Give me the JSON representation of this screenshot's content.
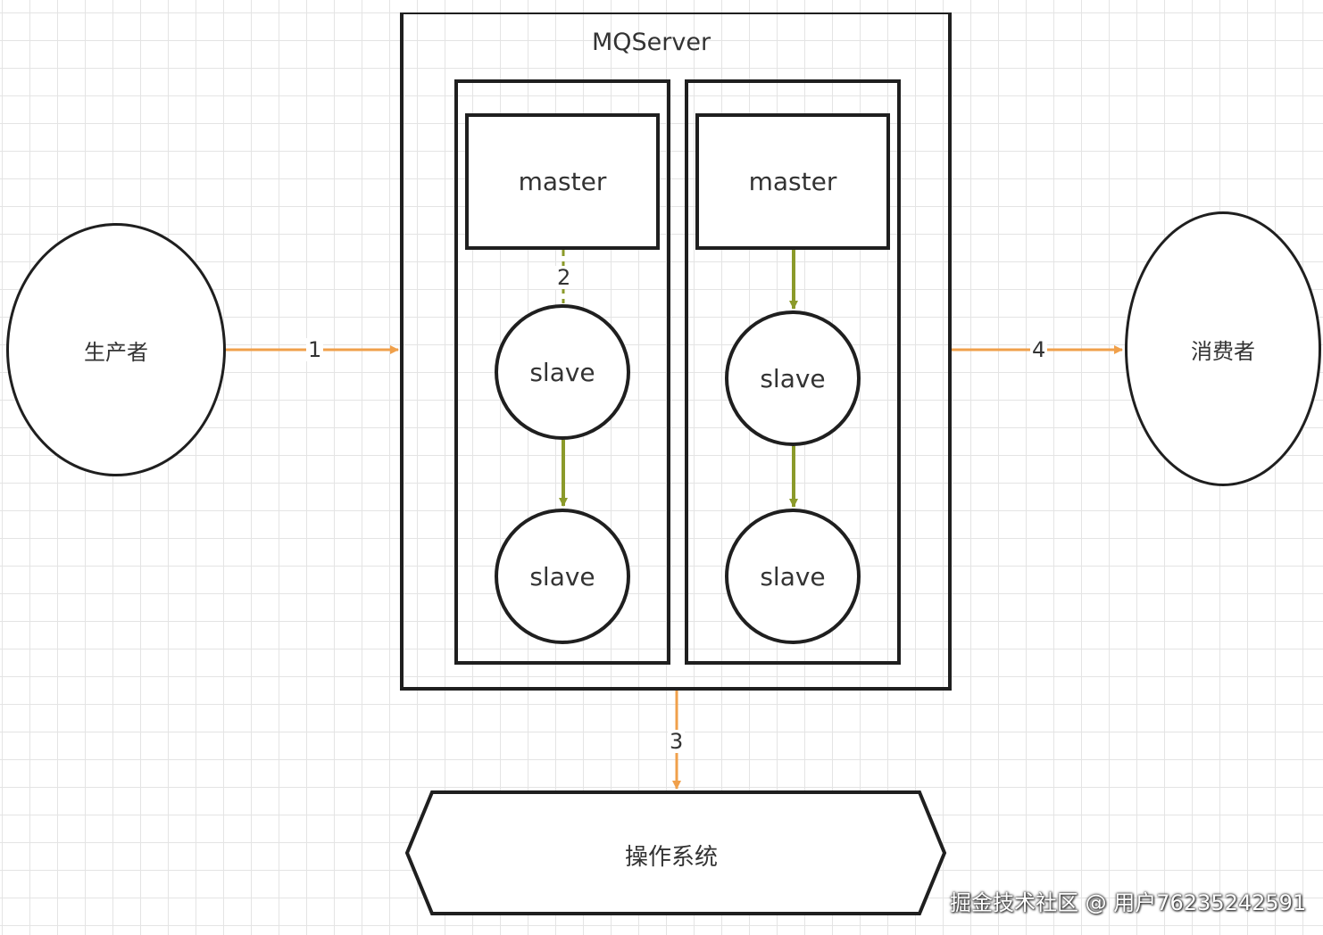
{
  "nodes": {
    "producer": "生产者",
    "consumer": "消费者",
    "server_title": "MQServer",
    "os": "操作系统",
    "group1": {
      "master": "master",
      "slave1": "slave",
      "slave2": "slave"
    },
    "group2": {
      "master": "master",
      "slave1": "slave",
      "slave2": "slave"
    }
  },
  "edges": {
    "producer_to_server": "1",
    "master_to_slave": "2",
    "server_to_os": "3",
    "server_to_consumer": "4"
  },
  "colors": {
    "orange_arrow": "#f0a04b",
    "olive_arrow": "#8b9a2a",
    "stroke": "#1f1f1f",
    "grid": "#e4e4e4"
  },
  "watermark": "掘金技术社区 @ 用户76235242591"
}
